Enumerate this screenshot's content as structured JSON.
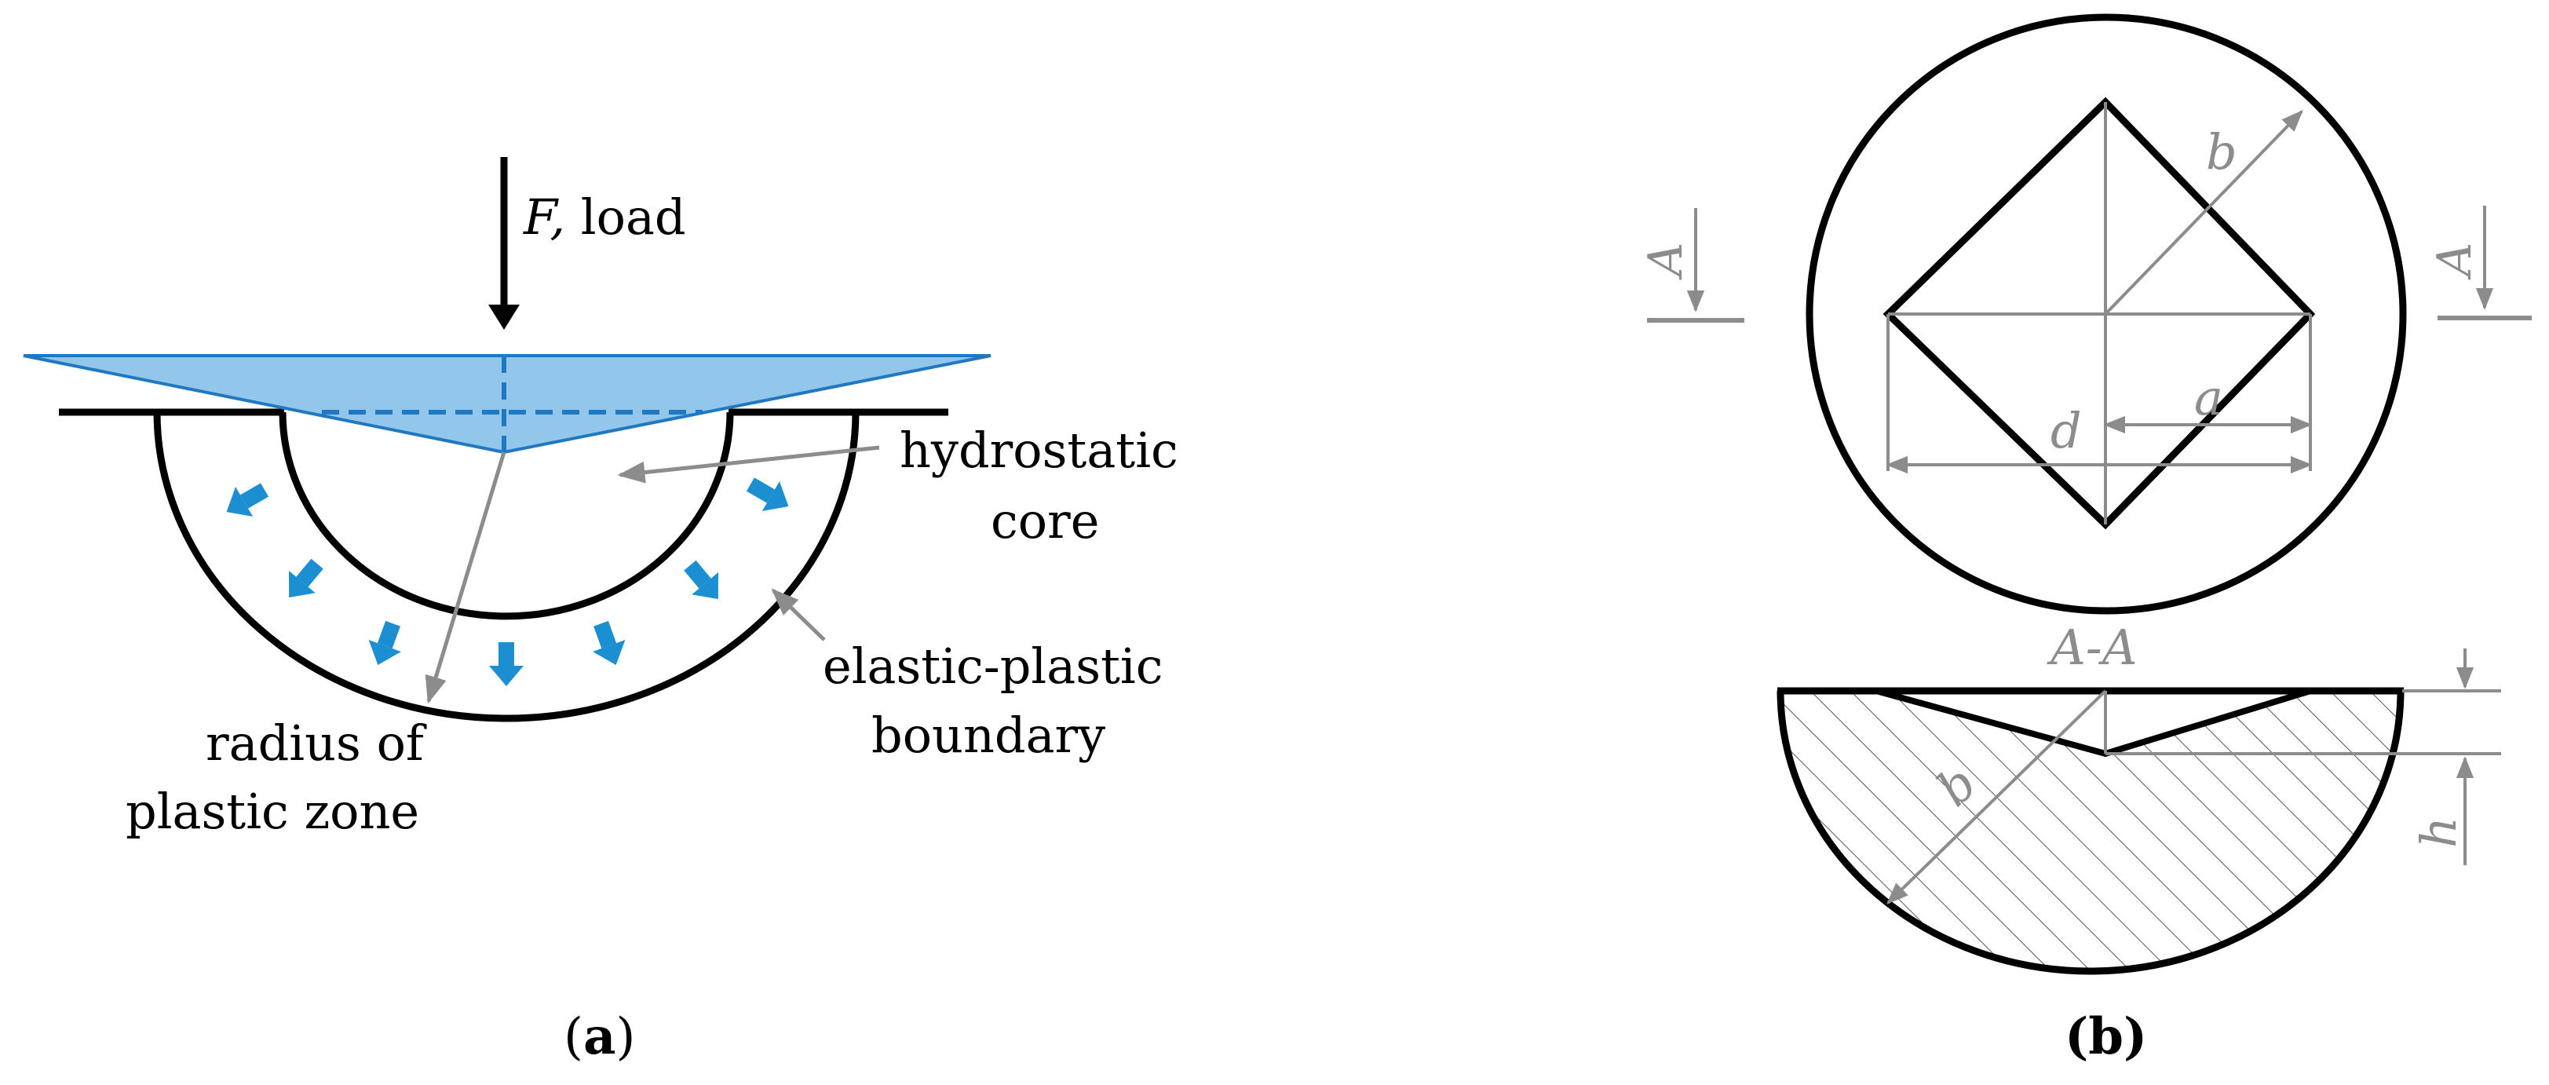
{
  "panel_a": {
    "load_label_var": "F,",
    "load_label_text": " load",
    "core_line1": "hydrostatic",
    "core_line2": "core",
    "boundary_line1": "elastic-plastic",
    "boundary_line2": "boundary",
    "radius_line1": "radius of",
    "radius_line2": "plastic zone",
    "caption_open": "(",
    "caption_letter": "a",
    "caption_close": ")"
  },
  "panel_b": {
    "section_mark_left": "A",
    "section_mark_right": "A",
    "dim_b_top": "b",
    "dim_a": "a",
    "dim_d": "d",
    "section_title": "A-A",
    "dim_b_section": "b",
    "dim_h": "h",
    "caption": "(b)"
  },
  "colors": {
    "indenter_fill": "#8dc3ea",
    "indenter_stroke": "#1f78c1",
    "flow_arrow": "#1b8fd2",
    "dimension_gray": "#8c8c8c",
    "outline": "#000000"
  }
}
